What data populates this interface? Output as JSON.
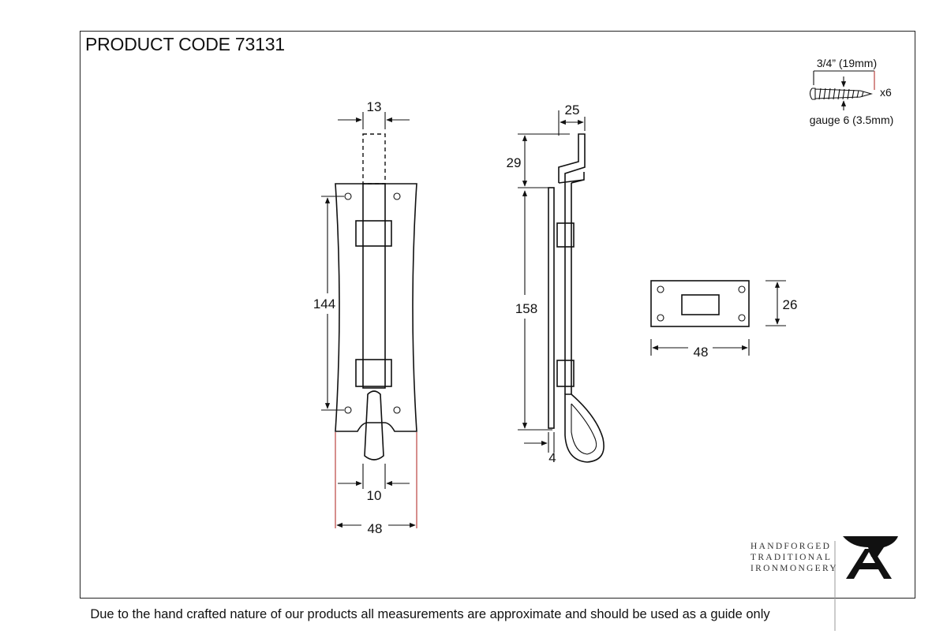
{
  "title": "PRODUCT CODE 73131",
  "footer": "Due to the hand crafted nature of our products all measurements are approximate and should be used as a guide only",
  "brand": {
    "lines": [
      "HANDFORGED",
      "TRADITIONAL",
      "IRONMONGERY"
    ],
    "logo_letter": "A"
  },
  "front_view": {
    "bolt_width": "13",
    "height": "144",
    "knob_width": "10",
    "plate_width": "48"
  },
  "side_view": {
    "depth": "25",
    "projection": "29",
    "height": "158",
    "plate_thickness": "4"
  },
  "keep": {
    "height": "26",
    "width": "48"
  },
  "screw": {
    "length": "3/4” (19mm)",
    "quantity": "x6",
    "gauge": "gauge 6 (3.5mm)"
  },
  "colors": {
    "line": "#111111",
    "accent_red": "#c0504d"
  }
}
